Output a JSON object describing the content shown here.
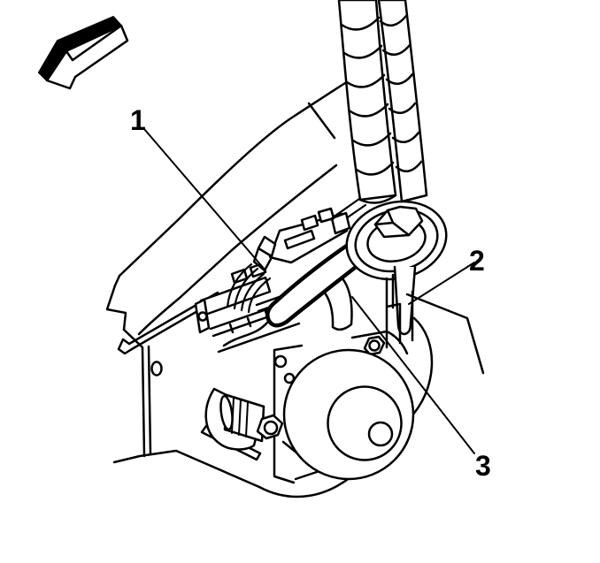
{
  "figure": {
    "background_color": "#ffffff",
    "line_color": "#000000",
    "kind": "technical-line-illustration"
  },
  "icons": {
    "front_arrow": "front-of-vehicle-direction-arrow"
  },
  "callouts": [
    {
      "label": "1"
    },
    {
      "label": "2"
    },
    {
      "label": "3"
    }
  ]
}
